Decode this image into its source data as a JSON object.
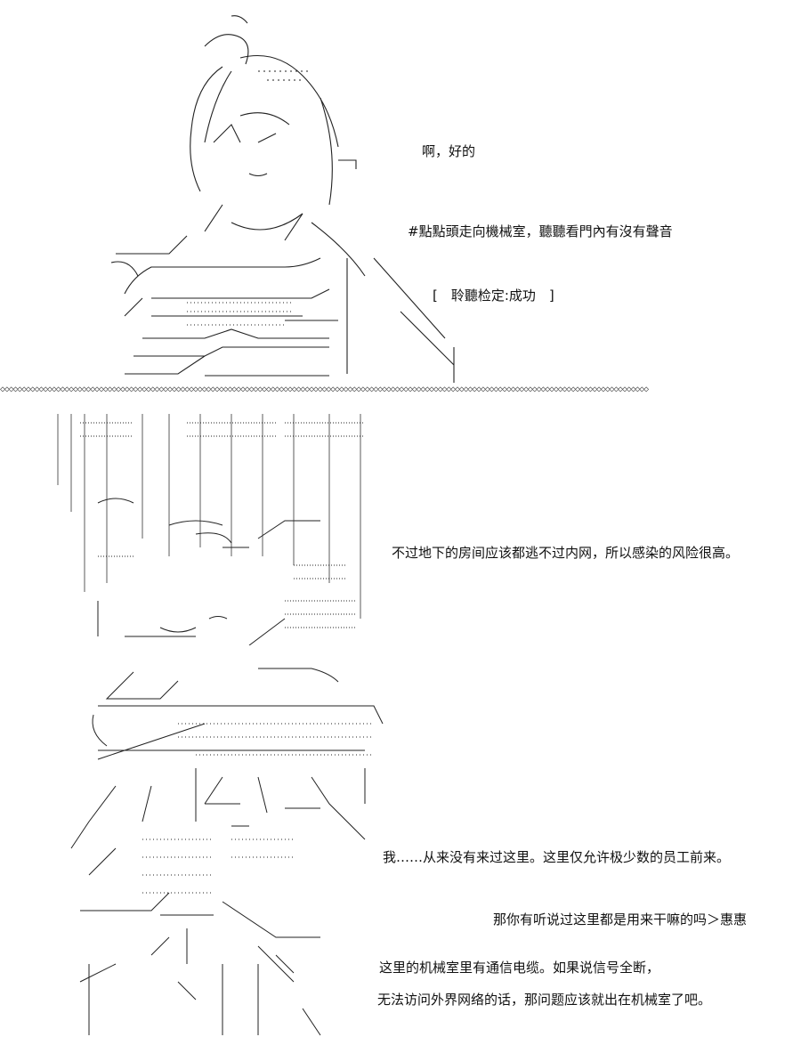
{
  "panel1": {
    "line1": "啊，好的",
    "line2": "#點點頭走向機械室，聽聽看門內有沒有聲音",
    "line3": "[　聆聽检定:成功　]"
  },
  "divider": "◇◇◇◇◇◇◇◇◇◇◇◇◇◇◇◇◇◇◇◇◇◇◇◇◇◇◇◇◇◇◇◇◇◇◇◇◇◇◇◇◇◇◇◇◇◇◇◇◇◇◇◇◇◇◇◇◇◇◇◇◇◇◇◇◇◇◇◇◇◇◇◇◇◇◇◇◇◇◇◇◇◇◇◇◇◇◇◇◇◇◇◇◇◇◇◇◇◇◇◇◇◇◇◇◇◇◇◇◇◇◇◇◇◇◇◇◇◇◇◇◇◇◇◇◇◇◇◇◇◇◇◇◇◇◇◇◇◇◇◇◇◇◇◇◇◇◇◇◇◇◇",
  "panel2": {
    "line1": "不过地下的房间应该都逃不过内网，所以感染的风险很高。",
    "line2": "我……从来没有来过这里。这里仅允许极少数的员工前来。",
    "line3": "那你有听说过这里都是用来干嘛的吗＞惠惠",
    "line4": "这里的机械室里有通信电缆。如果说信号全断，",
    "line5": "无法访问外界网络的话，那问题应该就出在机械室了吧。"
  }
}
